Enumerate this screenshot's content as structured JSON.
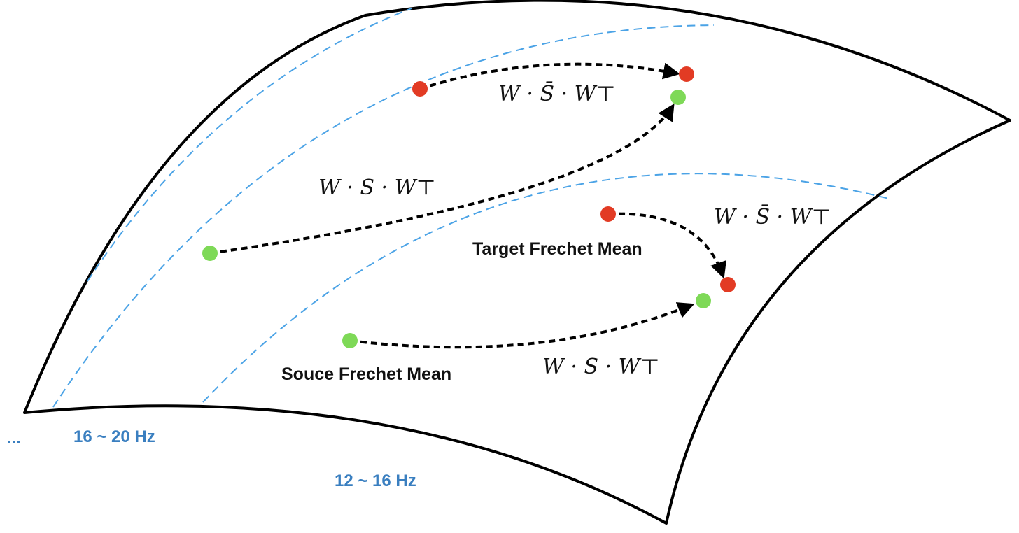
{
  "colors": {
    "manifold_edge": "#000000",
    "band_boundary": "#4ba3e6",
    "band_label": "#3a7fc0",
    "source_point": "#7ed957",
    "target_point": "#e23b24",
    "arrow": "#000000"
  },
  "labels": {
    "target_mean": "Target Frechet Mean",
    "source_mean": "Souce Frechet Mean",
    "band_low": "12 ~ 16 Hz",
    "band_high": "16 ~ 20 Hz",
    "ellipsis": "..."
  },
  "formulas": {
    "top_bar": "W · S̄ · W⊤",
    "upper_left": "W · S · W⊤",
    "right_bar": "W · S̄ · W⊤",
    "bottom": "W · S · W⊤"
  },
  "points": [
    {
      "role": "target",
      "name": "target-point-upper-start"
    },
    {
      "role": "target",
      "name": "target-point-upper-end"
    },
    {
      "role": "source",
      "name": "source-point-upper-end"
    },
    {
      "role": "source",
      "name": "source-point-upper-start"
    },
    {
      "role": "target",
      "name": "target-mean-start"
    },
    {
      "role": "target",
      "name": "target-mean-end"
    },
    {
      "role": "source",
      "name": "source-mean-end"
    },
    {
      "role": "source",
      "name": "source-mean-start"
    }
  ]
}
